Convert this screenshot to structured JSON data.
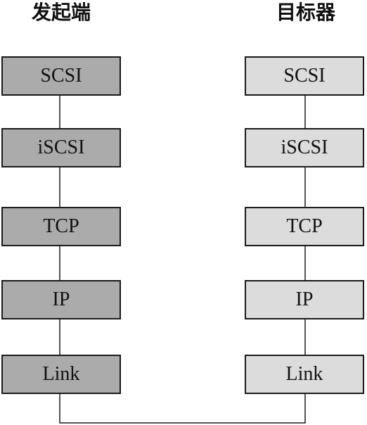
{
  "initiator": {
    "title": "发起端",
    "layers": [
      "SCSI",
      "iSCSI",
      "TCP",
      "IP",
      "Link"
    ],
    "fill_color": "#ababab"
  },
  "target": {
    "title": "目标器",
    "layers": [
      "SCSI",
      "iSCSI",
      "TCP",
      "IP",
      "Link"
    ],
    "fill_color": "#dcdcdc"
  },
  "line_color": "#1a1a1a"
}
